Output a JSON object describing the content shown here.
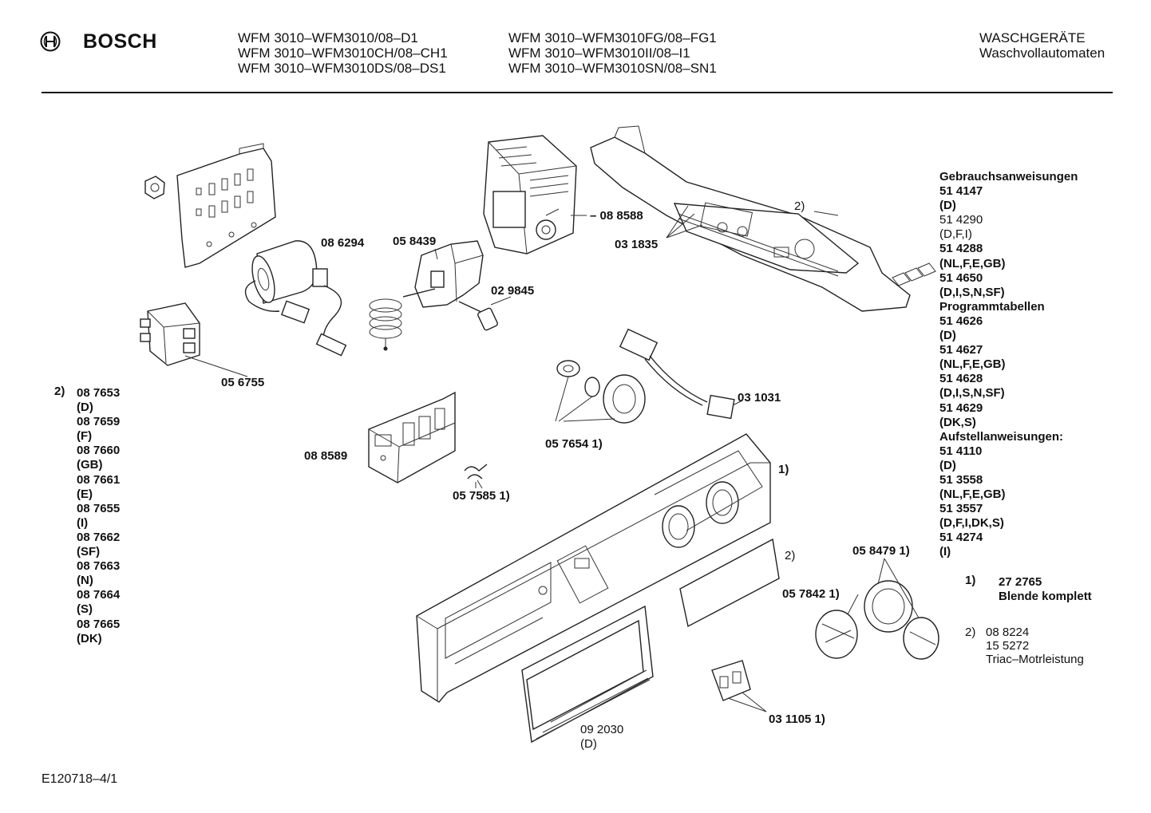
{
  "header": {
    "brand": "BOSCH",
    "models_col1": [
      "WFM 3010–WFM3010/08–D1",
      "WFM 3010–WFM3010CH/08–CH1",
      "WFM 3010–WFM3010DS/08–DS1"
    ],
    "models_col2": [
      "WFM 3010–WFM3010FG/08–FG1",
      "WFM 3010–WFM3010II/08–I1",
      "WFM 3010–WFM3010SN/08–SN1"
    ],
    "category": "WASCHGERÄTE",
    "subcategory": "Waschvollautomaten"
  },
  "parts": {
    "p086294": "08 6294",
    "p058439": "05 8439",
    "p029845": "02 9845",
    "p088588": "– 08 8588",
    "p031835": "03 1835",
    "p056755": "05 6755",
    "p031031": "03 1031",
    "p057654": "05 7654 1)",
    "p088589": "08 8589",
    "p057585": "05 7585 1)",
    "p058479": "05 8479 1)",
    "p057842": "05 7842  1)",
    "p031105": "03 1105 1)",
    "p092030": "09 2030",
    "p092030_sub": "(D)",
    "note2_board": "2)",
    "note1_panel": "1)",
    "note2_panel": "2)"
  },
  "left_list": {
    "marker": "2)",
    "items": [
      "08 7653",
      "(D)",
      "08 7659",
      "(F)",
      "08 7660",
      "(GB)",
      "08 7661",
      "(E)",
      "08 7655",
      "(I)",
      "08 7662",
      "(SF)",
      "08 7663",
      "(N)",
      "08 7664",
      "(S)",
      "08 7665",
      "(DK)"
    ]
  },
  "right_list": [
    {
      "t": "Gebrauchsanweisungen",
      "b": true
    },
    {
      "t": "51 4147",
      "b": true
    },
    {
      "t": "(D)",
      "b": true
    },
    {
      "t": "51 4290",
      "b": false
    },
    {
      "t": "(D,F,I)",
      "b": false
    },
    {
      "t": "51 4288",
      "b": true
    },
    {
      "t": "(NL,F,E,GB)",
      "b": true
    },
    {
      "t": "51 4650",
      "b": true
    },
    {
      "t": "(D,I,S,N,SF)",
      "b": true
    },
    {
      "t": "Programmtabellen",
      "b": true
    },
    {
      "t": "51 4626",
      "b": true
    },
    {
      "t": "(D)",
      "b": true
    },
    {
      "t": "51 4627",
      "b": true
    },
    {
      "t": "(NL,F,E,GB)",
      "b": true
    },
    {
      "t": "51 4628",
      "b": true
    },
    {
      "t": "(D,I,S,N,SF)",
      "b": true
    },
    {
      "t": "51 4629",
      "b": true
    },
    {
      "t": "(DK,S)",
      "b": true
    },
    {
      "t": "Aufstellanweisungen:",
      "b": true
    },
    {
      "t": "51 4110",
      "b": true
    },
    {
      "t": "(D)",
      "b": true
    },
    {
      "t": "51 3558",
      "b": true
    },
    {
      "t": "(NL,F,E,GB)",
      "b": true
    },
    {
      "t": "51 3557",
      "b": true
    },
    {
      "t": "(D,F,I,DK,S)",
      "b": true
    },
    {
      "t": "51 4274",
      "b": true
    },
    {
      "t": "(I)",
      "b": true
    }
  ],
  "notes": {
    "n1_marker": "1)",
    "n1_line1": "27 2765",
    "n1_line2": "Blende komplett",
    "n2_marker": "2)",
    "n2_line1": "08 8224",
    "n2_line2": "15 5272",
    "n2_line3": "Triac–Motrleistung"
  },
  "footer": {
    "drawing_id": "E120718–4/1"
  }
}
